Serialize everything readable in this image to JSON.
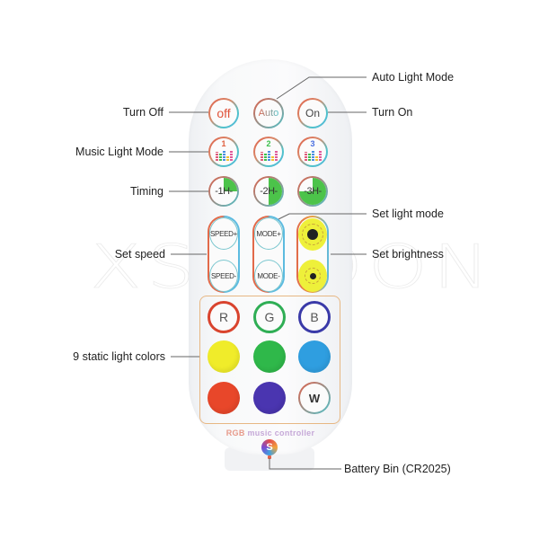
{
  "watermark": "XSTEDON",
  "remote": {
    "row1": [
      {
        "id": "off",
        "label": "off"
      },
      {
        "id": "auto",
        "label": "Auto"
      },
      {
        "id": "on",
        "label": "On"
      }
    ],
    "music_modes": [
      {
        "num": "1",
        "num_color": "#e0603f"
      },
      {
        "num": "2",
        "num_color": "#3cbf4c"
      },
      {
        "num": "3",
        "num_color": "#4a6fe0"
      }
    ],
    "timers": [
      {
        "label": "-1H-",
        "fill_pct": 25
      },
      {
        "label": "-2H-",
        "fill_pct": 50
      },
      {
        "label": "-3H-",
        "fill_pct": 75
      }
    ],
    "speed": {
      "up": "SPEED+",
      "down": "SPEED-"
    },
    "mode": {
      "up": "MODE+",
      "down": "MODE-"
    },
    "brightness": {
      "up": "brightness-up",
      "down": "brightness-down"
    },
    "color_buttons": [
      {
        "label": "R",
        "type": "ring",
        "color": "#d9442e"
      },
      {
        "label": "G",
        "type": "ring",
        "color": "#2fae55"
      },
      {
        "label": "B",
        "type": "ring",
        "color": "#3a3aa8"
      },
      {
        "label": "",
        "type": "solid",
        "color": "#f0ec2a"
      },
      {
        "label": "",
        "type": "solid",
        "color": "#2fb84a"
      },
      {
        "label": "",
        "type": "solid",
        "color": "#2f9ee0"
      },
      {
        "label": "",
        "type": "solid",
        "color": "#e8472a"
      },
      {
        "label": "",
        "type": "solid",
        "color": "#4a35b0"
      },
      {
        "label": "W",
        "type": "white",
        "color": "#ffffff"
      }
    ],
    "brand_text_1": "RGB",
    "brand_text_2": " music controller",
    "logo_letter": "S"
  },
  "annotations": {
    "auto_light_mode": "Auto Light Mode",
    "turn_off": "Turn Off",
    "turn_on": "Turn On",
    "music_light_mode": "Music Light Mode",
    "timing": "Timing",
    "set_light_mode": "Set light mode",
    "set_speed": "Set speed",
    "set_brightness": "Set brightness",
    "static_colors": "9 static light colors",
    "battery_bin": "Battery Bin (CR2025)"
  }
}
